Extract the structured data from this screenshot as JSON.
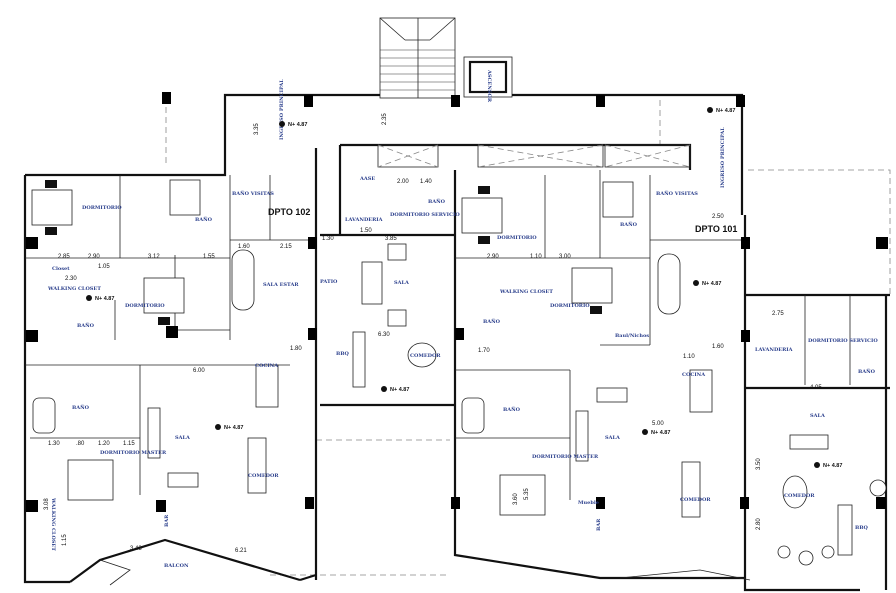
{
  "rooms": {
    "dpto_102": "DPTO 102",
    "dpto_101": "DPTO 101",
    "l_dormitorio_1": "DORMITORIO",
    "l_bano_1": "BAÑO",
    "l_bano_visitas": "BAÑO VISITAS",
    "l_sala_estar": "SALA ESTAR",
    "l_dormitorio_2": "DORMITORIO",
    "l_walking_closet": "WALKING CLOSET",
    "l_closet": "Closet",
    "l_bano_2": "BAÑO",
    "l_bano_3": "BAÑO",
    "l_cocina": "COCINA",
    "l_sala": "SALA",
    "l_comedor": "COMEDOR",
    "l_dormitorio_master": "DORMITORIO MASTER",
    "l_walking_master": "WALKING CLOSET",
    "l_balcon": "BALCON",
    "l_bar": "BAR",
    "c_patio": "PATIO",
    "c_sala": "SALA",
    "c_bbq": "BBQ",
    "c_comedor": "COMEDOR",
    "c_lavanderia": "LAVANDERIA",
    "c_dormitorio_servicio": "DORMITORIO SERVICIO",
    "c_aase": "AASE",
    "c_bano": "BAÑO",
    "c_ascensor": "ASCENSOR",
    "r_dormitorio_1": "DORMITORIO",
    "r_walking_closet": "WALKING CLOSET",
    "r_bano_1": "BAÑO",
    "r_dormitorio_2": "DORMITORIO",
    "r_bano_2": "BAÑO",
    "r_bano_visitas": "BAÑO VISITAS",
    "r_baul": "Baul/Nichos",
    "r_cocina": "COCINA",
    "r_sala": "SALA",
    "r_comedor": "COMEDOR",
    "r_dormitorio_master": "DORMITORIO MASTER",
    "r_bano_3": "BAÑO",
    "r_mueble": "Mueble",
    "r_bar": "BAR",
    "f_lavanderia": "LAVANDERIA",
    "f_dormitorio_servicio": "DORMITORIO SERVICIO",
    "f_bano": "BAÑO",
    "f_sala": "SALA",
    "f_comedor": "COMEDOR",
    "f_bbq": "BBQ",
    "entrada_1": "INGRESO PRINCIPAL",
    "entrada_2": "INGRESO PRINCIPAL"
  },
  "level_marker": "N+ 4.87",
  "dimensions": [
    "3.35",
    "2.35",
    "2.85",
    "2.90",
    "1.05",
    "2.30",
    "3.12",
    "1.55",
    "1.60",
    "2.15",
    "1.30",
    "1.50",
    "2.00",
    "1.40",
    "3.85",
    "2.90",
    "1.10",
    "3.00",
    "2.50",
    "6.30",
    "6.00",
    "1.30",
    ".80",
    "1.20",
    "1.15",
    "3.43",
    "6.21",
    "4.05",
    "2.75",
    "1.60",
    "1.10",
    "1.80",
    "5.00",
    "3.50",
    "2.80",
    "1.70",
    "3.60",
    "5.35",
    "3.08",
    "1.15"
  ],
  "colors": {
    "wall": "#111111",
    "room_label": "#2b3f8c",
    "dashed": "#888888",
    "plant": "#1f9a3a"
  }
}
